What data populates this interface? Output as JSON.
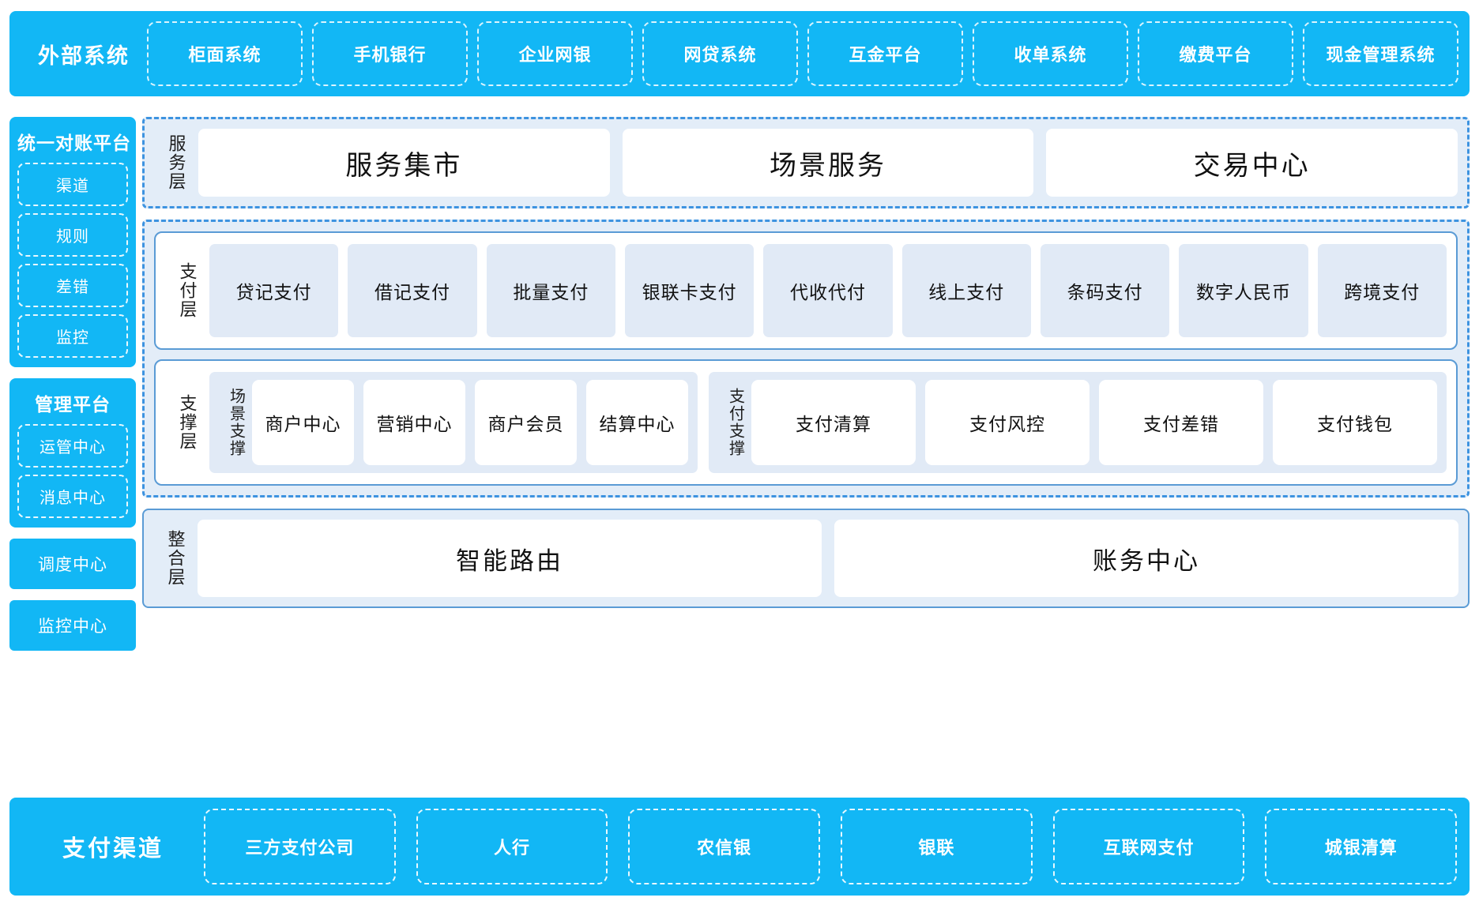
{
  "colors": {
    "brand_blue": "#12b7f5",
    "panel_fill": "#e3edf8",
    "card_fill": "#e1eaf6",
    "dash_border": "#3d93e0",
    "solid_border": "#5a9bd5",
    "card_white": "#ffffff"
  },
  "top_bar": {
    "title": "外部系统",
    "items": [
      "柜面系统",
      "手机银行",
      "企业网银",
      "网贷系统",
      "互金平台",
      "收单系统",
      "缴费平台",
      "现金管理系统"
    ]
  },
  "left_column": {
    "reconcile_platform": {
      "title": "统一对账平台",
      "items": [
        "渠道",
        "规则",
        "差错",
        "监控"
      ]
    },
    "manage_platform": {
      "title": "管理平台",
      "items": [
        "运管中心",
        "消息中心"
      ]
    },
    "standalone": [
      "调度中心",
      "监控中心"
    ]
  },
  "service_layer": {
    "label": "服务层",
    "cards": [
      "服务集市",
      "场景服务",
      "交易中心"
    ]
  },
  "pay_layer": {
    "label": "支付层",
    "cards": [
      "贷记支付",
      "借记支付",
      "批量支付",
      "银联卡支付",
      "代收代付",
      "线上支付",
      "条码支付",
      "数字人民币",
      "跨境支付"
    ]
  },
  "support_layer": {
    "label": "支撑层",
    "groups": [
      {
        "label": "场景支撑",
        "cards": [
          "商户中心",
          "营销中心",
          "商户会员",
          "结算中心"
        ]
      },
      {
        "label": "支付支撑",
        "cards": [
          "支付清算",
          "支付风控",
          "支付差错",
          "支付钱包"
        ]
      }
    ]
  },
  "integration_layer": {
    "label": "整合层",
    "cards": [
      "智能路由",
      "账务中心"
    ]
  },
  "bottom_bar": {
    "title": "支付渠道",
    "items": [
      "三方支付公司",
      "人行",
      "农信银",
      "银联",
      "互联网支付",
      "城银清算"
    ]
  }
}
